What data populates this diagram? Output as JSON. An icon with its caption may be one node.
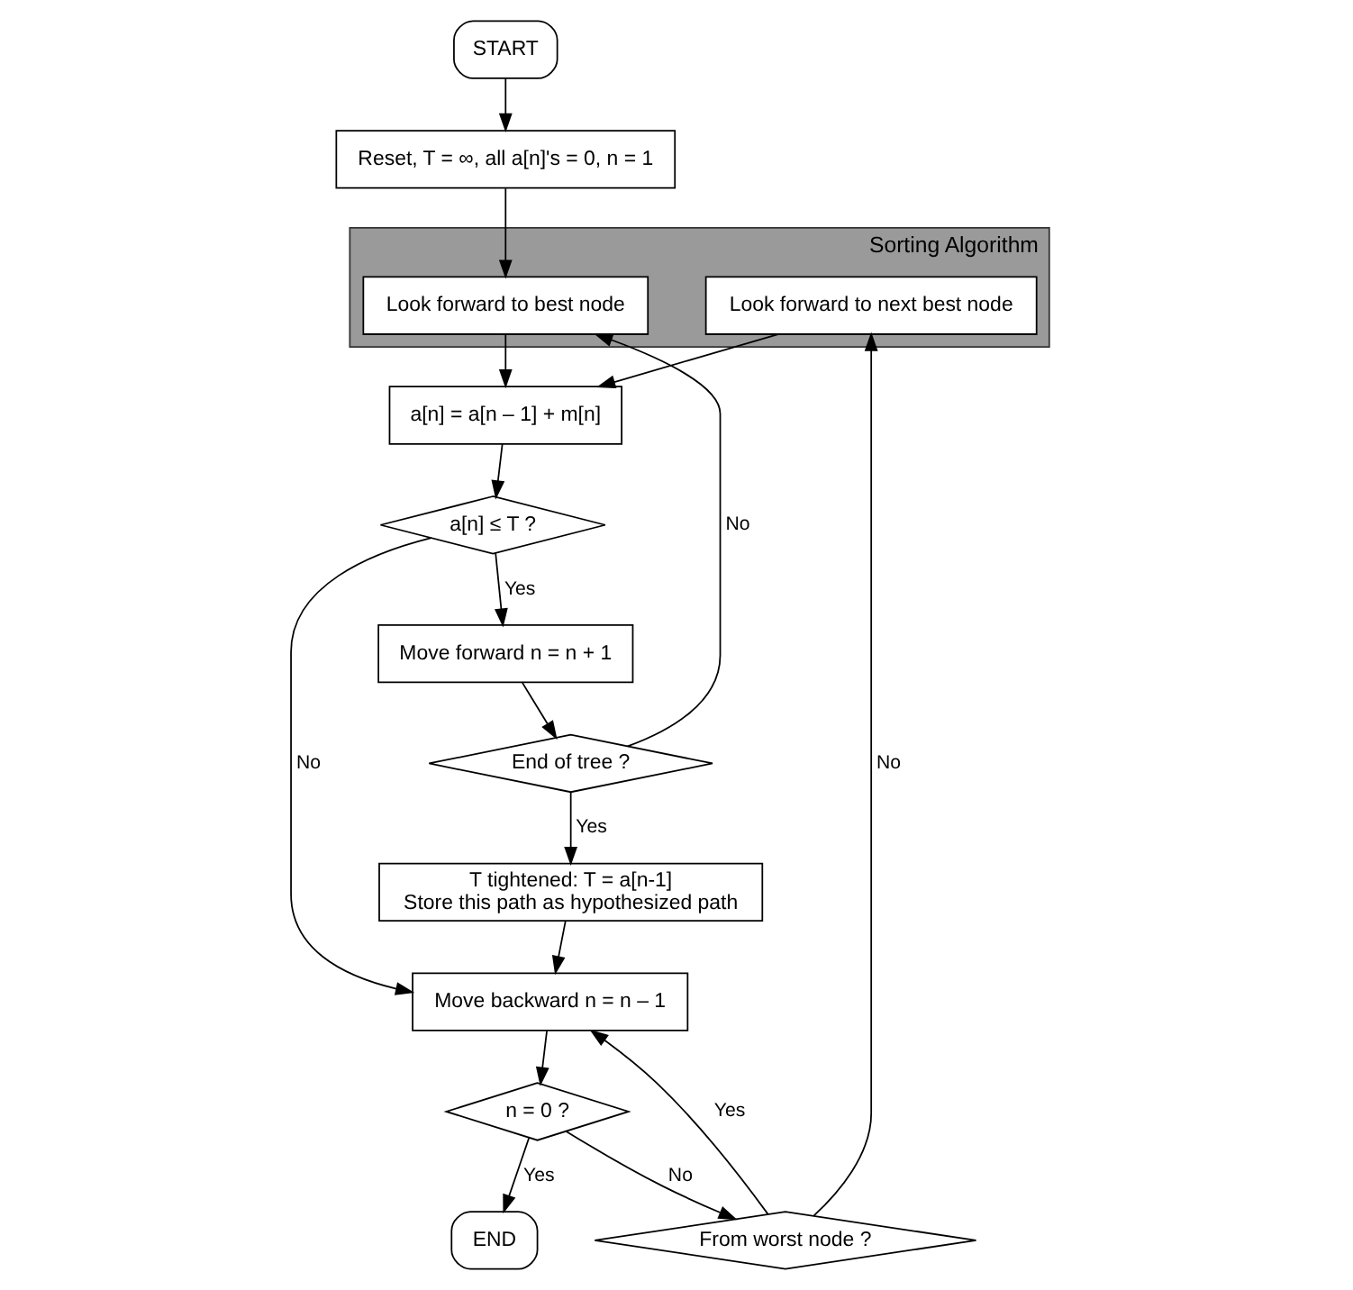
{
  "diagram": {
    "nodes": [
      {
        "text": [
          "START"
        ]
      },
      {
        "text": [
          "Reset, T = ∞, all a[n]'s = 0, n = 1"
        ]
      },
      {
        "text": [
          "Sorting Algorithm"
        ]
      },
      {
        "text": [
          "Look forward to best node"
        ],
        "in": 2
      },
      {
        "text": [
          "Look forward to next best node"
        ],
        "in": 2
      },
      {
        "text": [
          "a[n] = a[n – 1] + m[n]"
        ]
      },
      {
        "text": [
          "a[n] ≤ T ?"
        ]
      },
      {
        "text": [
          "Move forward n = n + 1"
        ]
      },
      {
        "text": [
          "End of tree ?"
        ]
      },
      {
        "text": [
          "T tightened: T = a[n-1]",
          "Store this path as hypothesized path"
        ]
      },
      {
        "text": [
          "END"
        ]
      },
      {
        "text": [
          "n = 0 ?"
        ]
      },
      {
        "text": [
          "From worst node ?"
        ]
      },
      {
        "text": [
          "Move backward n = n – 1"
        ]
      }
    ],
    "edges": [
      {
        "from": 0,
        "to": 1,
        "arrow": "to"
      },
      {
        "from": 1,
        "to": 3,
        "arrow": "to"
      },
      {
        "from": 3,
        "to": 5,
        "arrow": "to"
      },
      {
        "from": 4,
        "to": 5,
        "arrow": "to"
      },
      {
        "from": 5,
        "to": 6,
        "arrow": "to"
      },
      {
        "from": 6,
        "to": 7,
        "arrow": "to",
        "label": "Yes"
      },
      {
        "from": 6,
        "to": 13,
        "arrow": "to",
        "label": "No"
      },
      {
        "from": 7,
        "to": 8,
        "arrow": "to"
      },
      {
        "from": 8,
        "to": 9,
        "arrow": "to",
        "label": "Yes"
      },
      {
        "from": 8,
        "to": 3,
        "arrow": "to",
        "label": "No"
      },
      {
        "from": 9,
        "to": 13,
        "arrow": "to"
      },
      {
        "from": 13,
        "to": 11,
        "arrow": "to"
      },
      {
        "from": 11,
        "to": 10,
        "arrow": "to",
        "label": "Yes"
      },
      {
        "from": 11,
        "to": 12,
        "arrow": "to",
        "label": "No"
      },
      {
        "from": 12,
        "to": 4,
        "arrow": "to",
        "label": "No"
      },
      {
        "from": 12,
        "to": 13,
        "arrow": "to",
        "label": "Yes"
      }
    ]
  }
}
